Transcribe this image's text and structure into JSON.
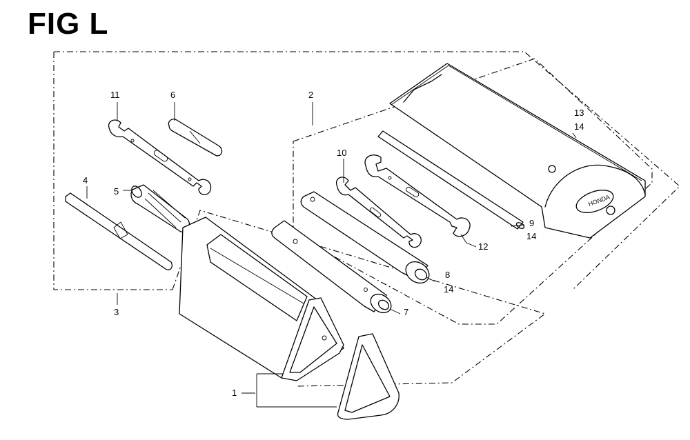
{
  "figure": {
    "title": "FIG L"
  },
  "callouts": {
    "c1": "1",
    "c2": "2",
    "c3": "3",
    "c4": "4",
    "c5": "5",
    "c6": "6",
    "c7": "7",
    "c8": "8",
    "c8b": "14",
    "c9": "9",
    "c9b": "14",
    "c10": "10",
    "c11": "11",
    "c12": "12",
    "c13": "13",
    "c13b": "14"
  }
}
